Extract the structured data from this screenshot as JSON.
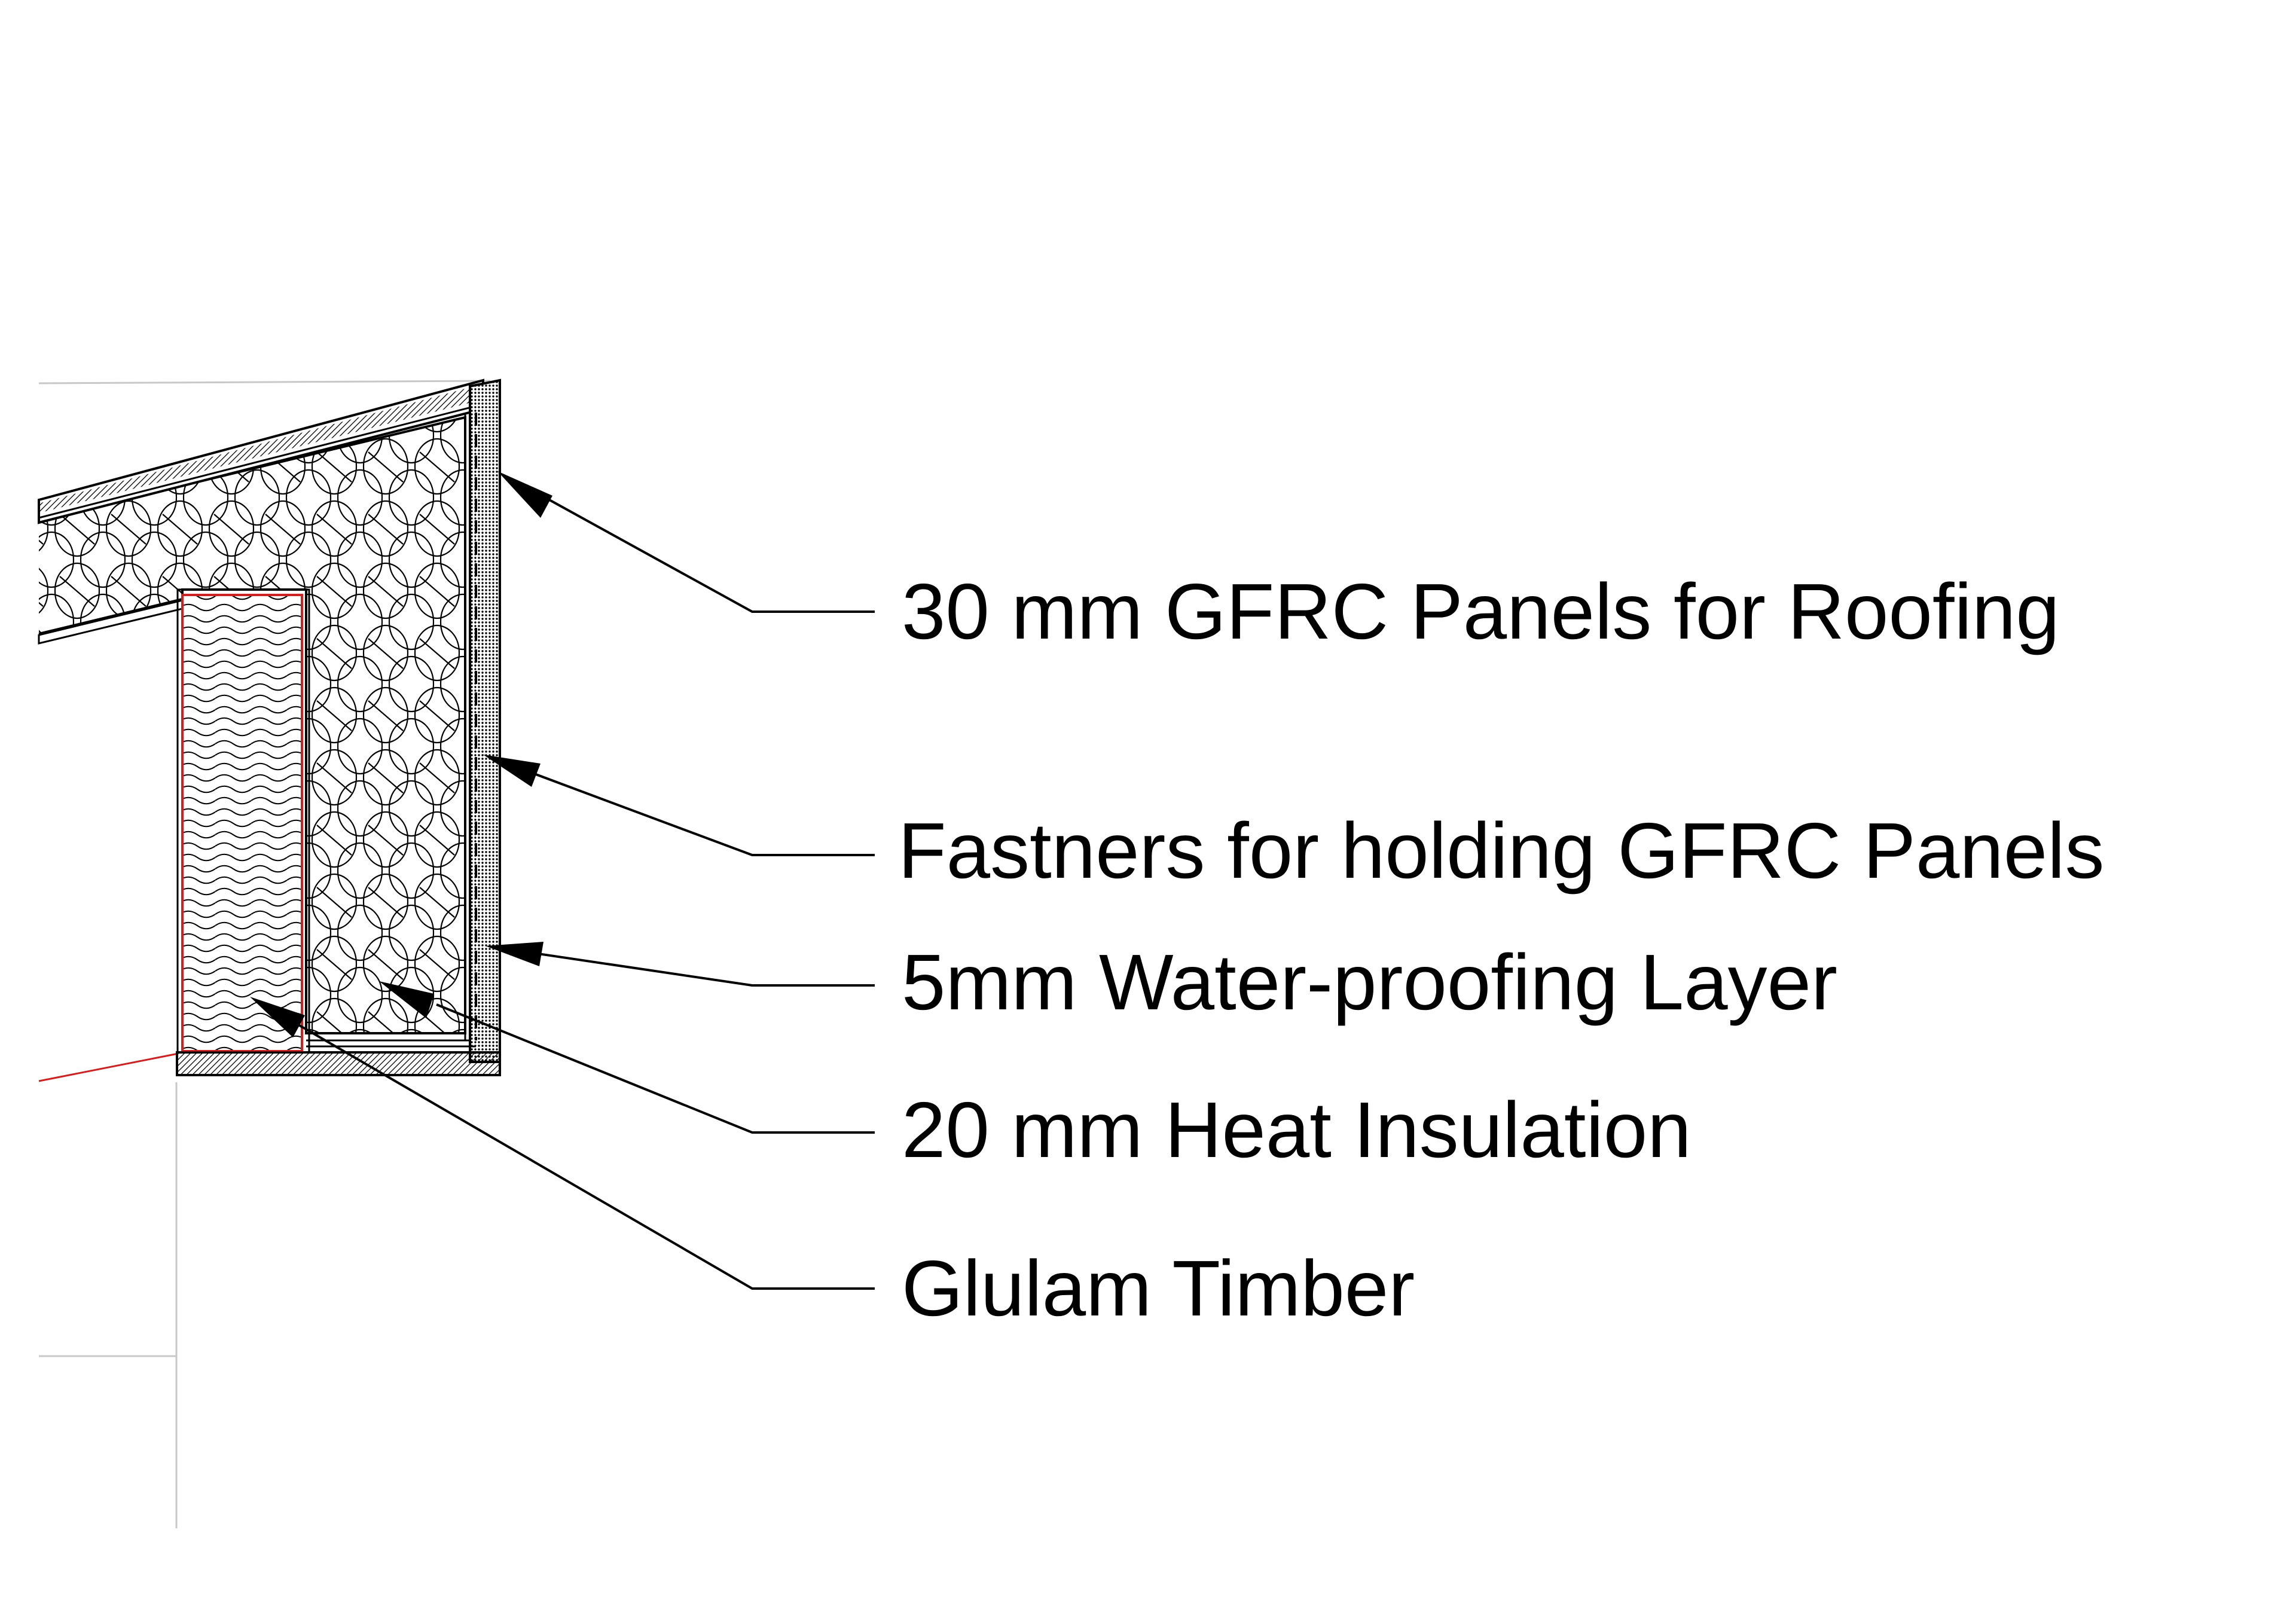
{
  "diagram": {
    "kind": "roof-eave-section-detail",
    "colors": {
      "line": "#000000",
      "background": "#ffffff",
      "timber_outline": "#cc2222",
      "guide_lines": "#c8c8c8"
    },
    "callouts": [
      {
        "id": "gfrc-panels",
        "label": "30 mm GFRC Panels for Roofing"
      },
      {
        "id": "fasteners",
        "label": "Fastners for holding GFRC Panels"
      },
      {
        "id": "waterproofing",
        "label": "5mm Water-proofing Layer"
      },
      {
        "id": "heat-insulation",
        "label": "20 mm Heat Insulation"
      },
      {
        "id": "glulam-timber",
        "label": "Glulam Timber"
      }
    ]
  }
}
